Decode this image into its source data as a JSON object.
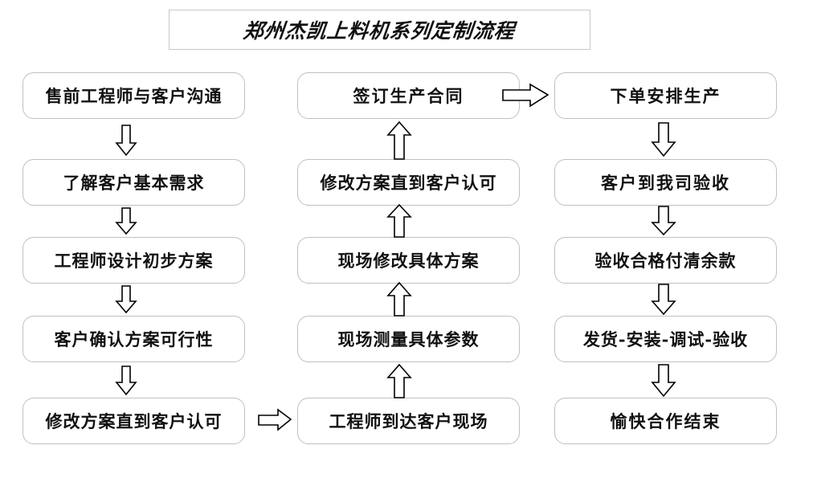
{
  "title": {
    "text": "郑州杰凯上料机系列定制流程"
  },
  "diagram": {
    "type": "flowchart",
    "columns": [
      {
        "name": "pre-sales-column",
        "direction": "down",
        "nodes": [
          "售前工程师与客户沟通",
          "了解客户基本需求",
          "工程师设计初步方案",
          "客户确认方案可行性",
          "修改方案直到客户认可"
        ]
      },
      {
        "name": "on-site-column",
        "direction": "up",
        "nodes": [
          "签订生产合同",
          "修改方案直到客户认可",
          "现场修改具体方案",
          "现场测量具体参数",
          "工程师到达客户现场"
        ]
      },
      {
        "name": "production-column",
        "direction": "down",
        "nodes": [
          "下单安排生产",
          "客户到我司验收",
          "验收合格付清余款",
          "发货-安装-调试-验收",
          "愉快合作结束"
        ]
      }
    ],
    "cross_links": [
      {
        "name": "left-to-middle-link",
        "from": "修改方案直到客户认可",
        "to": "工程师到达客户现场",
        "direction": "right"
      },
      {
        "name": "middle-to-right-link",
        "from": "签订生产合同",
        "to": "下单安排生产",
        "direction": "right"
      }
    ]
  },
  "colors": {
    "node_border": "#c0c0c0",
    "title_border": "#c8c8c8",
    "arrow_stroke": "#000000",
    "background": "#ffffff",
    "text": "#111111"
  }
}
